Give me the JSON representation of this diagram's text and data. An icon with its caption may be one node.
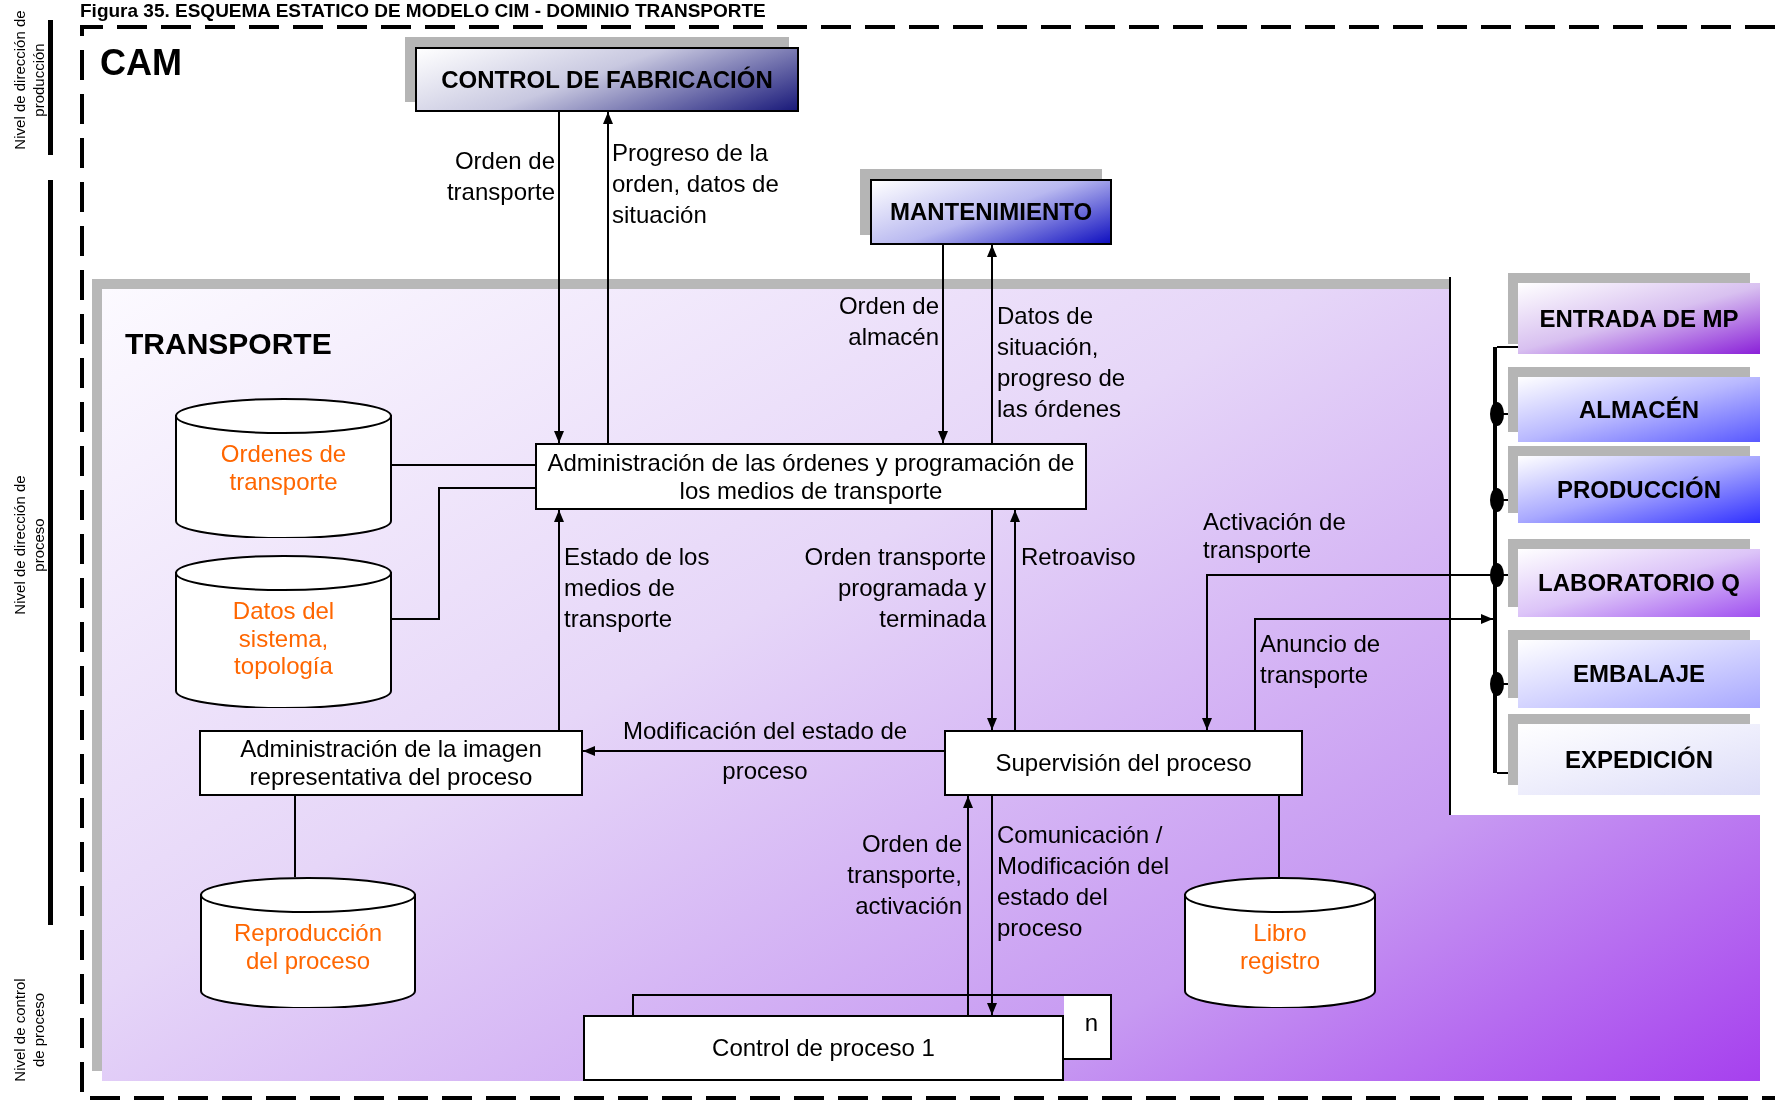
{
  "diagram": {
    "title": "Figura 35. ESQUEMA ESTATICO DE MODELO CIM - DOMINIO TRANSPORTE",
    "nodes": [
      {
        "text": [
          "CAM"
        ]
      },
      {
        "text": [
          "CONTROL DE FABRICACIÓN"
        ],
        "in": 0
      },
      {
        "text": [
          "MANTENIMIENTO"
        ],
        "in": 0
      },
      {
        "text": [
          "TRANSPORTE"
        ],
        "in": 0
      },
      {
        "text": [
          "Ordenes de transporte"
        ],
        "in": 3
      },
      {
        "text": [
          "Datos del sistema, topología"
        ],
        "in": 3
      },
      {
        "text": [
          "Administración de las órdenes y programación de los medios de transporte"
        ],
        "in": 3
      },
      {
        "text": [
          "Administración de la imagen representativa del proceso"
        ],
        "in": 3
      },
      {
        "text": [
          "Supervisión del proceso"
        ],
        "in": 3
      },
      {
        "text": [
          "Reproducción del proceso"
        ],
        "in": 3
      },
      {
        "text": [
          "Libro registro"
        ],
        "in": 3
      },
      {
        "text": [
          "n"
        ],
        "in": 3
      },
      {
        "text": [
          "Control de proceso 1"
        ],
        "in": 3
      },
      {
        "text": [
          "ENTRADA DE MP"
        ],
        "in": 0
      },
      {
        "text": [
          "ALMACÉN"
        ],
        "in": 3
      },
      {
        "text": [
          "PRODUCCIÓN"
        ],
        "in": 3
      },
      {
        "text": [
          "LABORATORIO Q"
        ],
        "in": 3
      },
      {
        "text": [
          "EMBALAJE"
        ],
        "in": 3
      },
      {
        "text": [
          "EXPEDICIÓN"
        ],
        "in": 3
      },
      {
        "text": [],
        "shape": "bar",
        "in": 3
      }
    ],
    "edges": [
      {
        "from": 1,
        "to": 6,
        "arrow": "to",
        "label": "Orden de transporte"
      },
      {
        "from": 6,
        "to": 1,
        "arrow": "to",
        "label": "Progreso de la orden, datos de situación"
      },
      {
        "from": 2,
        "to": 6,
        "arrow": "to",
        "label": "Orden de almacén"
      },
      {
        "from": 6,
        "to": 2,
        "arrow": "to",
        "label": "Datos de situación, progreso de las órdenes"
      },
      {
        "from": 4,
        "to": 6,
        "arrow": "none"
      },
      {
        "from": 5,
        "to": 6,
        "arrow": "none"
      },
      {
        "from": 7,
        "to": 6,
        "arrow": "to",
        "label": "Estado de los medios de transporte"
      },
      {
        "from": 6,
        "to": 8,
        "arrow": "to",
        "label": "Orden transporte programada y terminada"
      },
      {
        "from": 8,
        "to": 6,
        "arrow": "to",
        "label": "Retroaviso"
      },
      {
        "from": 8,
        "to": 7,
        "arrow": "to",
        "label": "Modificación del estado de proceso"
      },
      {
        "from": 7,
        "to": 9,
        "arrow": "none"
      },
      {
        "from": 12,
        "to": 8,
        "arrow": "to",
        "label": "Orden de transporte, activación"
      },
      {
        "from": 8,
        "to": 12,
        "arrow": "to",
        "label": "Comunicación / Modificación del estado del proceso"
      },
      {
        "from": 8,
        "to": 10,
        "arrow": "none"
      },
      {
        "from": 19,
        "to": 8,
        "arrow": "to",
        "label": "Activación de transporte"
      },
      {
        "from": 8,
        "to": 19,
        "arrow": "to",
        "label": "Anuncio de transporte"
      },
      {
        "from": 19,
        "to": 13,
        "arrow": "none"
      },
      {
        "from": 19,
        "to": 14,
        "arrow": "other"
      },
      {
        "from": 19,
        "to": 15,
        "arrow": "other"
      },
      {
        "from": 19,
        "to": 16,
        "arrow": "other"
      },
      {
        "from": 19,
        "to": 17,
        "arrow": "other"
      },
      {
        "from": 19,
        "to": 18,
        "arrow": "none"
      }
    ],
    "labels": [
      "Nivel de dirección de producción",
      "Nivel de dirección de proceso",
      "Nivel de control de proceso"
    ]
  }
}
